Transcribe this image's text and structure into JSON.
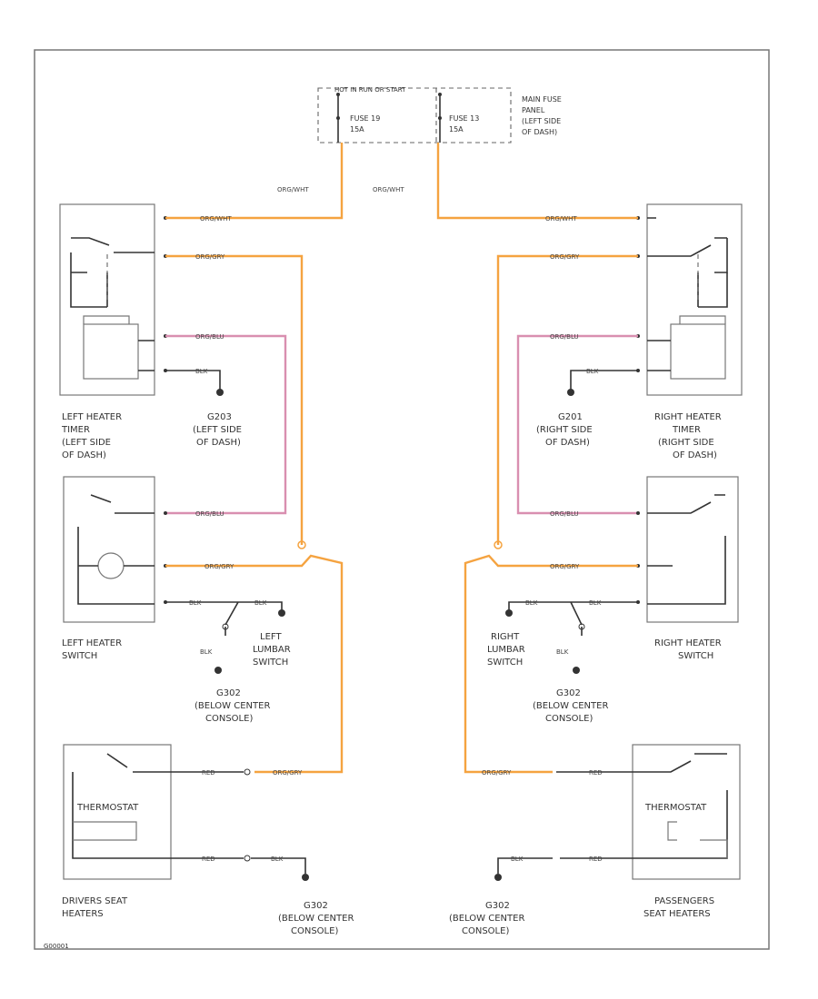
{
  "fuse_panel": {
    "header": "HOT IN RUN OR START",
    "fuse_left": [
      "FUSE 19",
      "15A"
    ],
    "fuse_right": [
      "FUSE 13",
      "15A"
    ],
    "location": [
      "MAIN FUSE",
      "PANEL",
      "(LEFT SIDE",
      "OF DASH)"
    ]
  },
  "wire_colors": {
    "org_wht": "ORG/WHT",
    "org_gry": "ORG/GRY",
    "org_blu": "ORG/BLU",
    "blk": "BLK",
    "red": "RED"
  },
  "components": {
    "left_timer": [
      "LEFT HEATER",
      "TIMER",
      "(LEFT SIDE",
      "OF DASH)"
    ],
    "right_timer": [
      "RIGHT HEATER",
      "TIMER",
      "(RIGHT SIDE",
      "OF DASH)"
    ],
    "ground_left_dash": [
      "G203",
      "(LEFT SIDE",
      "OF DASH)"
    ],
    "ground_right_dash": [
      "G201",
      "(RIGHT SIDE",
      "OF DASH)"
    ],
    "left_switch": [
      "LEFT HEATER",
      "SWITCH"
    ],
    "right_switch": [
      "RIGHT HEATER",
      "SWITCH"
    ],
    "left_lumbar": [
      "LEFT",
      "LUMBAR",
      "SWITCH"
    ],
    "right_lumbar": [
      "RIGHT",
      "LUMBAR",
      "SWITCH"
    ],
    "ground_console_mid_left": [
      "G302",
      "(BELOW CENTER",
      "CONSOLE)"
    ],
    "ground_console_mid_right": [
      "G302",
      "(BELOW CENTER",
      "CONSOLE)"
    ],
    "driver_heaters": [
      "DRIVERS SEAT",
      "HEATERS"
    ],
    "passenger_heaters": [
      "PASSENGERS",
      "SEAT HEATERS"
    ],
    "ground_console_bot_left": [
      "G302",
      "(BELOW CENTER",
      "CONSOLE)"
    ],
    "ground_console_bot_right": [
      "G302",
      "(BELOW CENTER",
      "CONSOLE)"
    ],
    "thermostat": "THERMOSTAT"
  },
  "footer_code": "G00001"
}
